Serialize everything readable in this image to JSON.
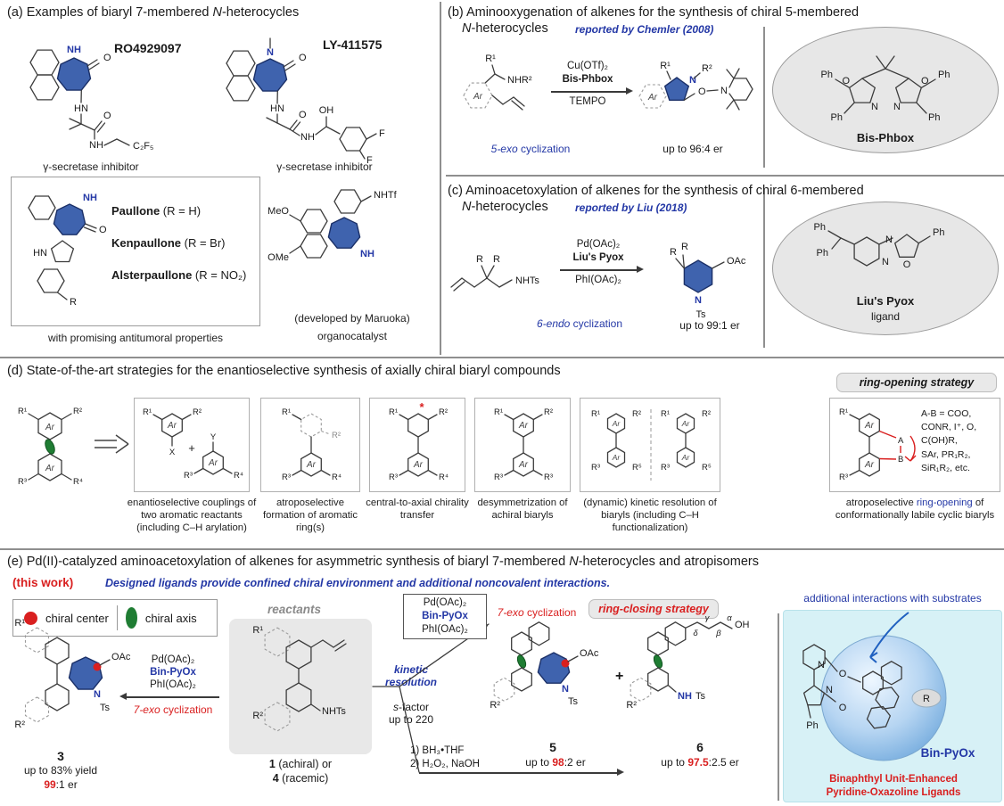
{
  "panel_a": {
    "title": {
      "pre": "(a) Examples of biaryl 7-membered ",
      "it": "N",
      "post": "-heterocycles"
    },
    "ro": {
      "name": "RO4929097",
      "caption": "γ-secretase inhibitor",
      "nh": "NH",
      "o1": "O",
      "hn": "HN",
      "o2": "O",
      "nh2": "NH",
      "c2f5": "C₂F₅"
    },
    "ly": {
      "name": "LY-411575",
      "caption": "γ-secretase inhibitor",
      "n": "N",
      "o1": "O",
      "hn": "HN",
      "o2": "O",
      "oh": "OH",
      "nh": "NH",
      "f1": "F",
      "f2": "F"
    },
    "pb": {
      "e1b": "Paullone",
      "e1r": " (R = H)",
      "e2b": "Kenpaullone",
      "e2r": " (R = Br)",
      "e3b": "Alsterpaullone",
      "e3r": " (R = NO₂)",
      "nh": "NH",
      "o": "O",
      "hn": "HN",
      "r": "R",
      "caption": "with promising antitumoral properties"
    },
    "mk": {
      "meo": "MeO",
      "ome": "OMe",
      "nhtf": "NHTf",
      "nh": "NH",
      "caption1": "(developed by Maruoka)",
      "caption2": "organocatalyst"
    }
  },
  "panel_b": {
    "t1": "(b) Aminooxygenation of alkenes for the synthesis of chiral 5-membered",
    "t2it": "N",
    "t2post": "-heterocycles",
    "credit": "reported by Chemler (2008)",
    "r1": "R¹",
    "nhr2": "NHR²",
    "ar": "Ar",
    "c1": "Cu(OTf)₂",
    "c2": "Bis-Phbox",
    "c3": "TEMPO",
    "cyc_it": "5-exo",
    "cyc_rest": " cyclization",
    "p_r1": "R¹",
    "p_n": "N",
    "p_r2": "R²",
    "p_ar": "Ar",
    "p_o": "O",
    "p_n2": "N",
    "result": "up to 96:4 er",
    "lig": {
      "name": "Bis-Phbox",
      "ph": "Ph",
      "o": "O",
      "n": "N"
    }
  },
  "panel_c": {
    "t1": "(c) Aminoacetoxylation of alkenes for the synthesis of chiral 6-membered",
    "t2it": "N",
    "t2post": "-heterocycles",
    "credit": "reported by Liu (2018)",
    "r": "R",
    "nhts": "NHTs",
    "c1": "Pd(OAc)₂",
    "c2": "Liu's Pyox",
    "c3": "PhI(OAc)₂",
    "cyc_it": "6-endo",
    "cyc_rest": " cyclization",
    "p_r1": "R",
    "p_r2": "R",
    "p_oac": "OAc",
    "p_n": "N",
    "p_ts": "Ts",
    "result": "up to 99:1 er",
    "lig": {
      "name": "Liu's Pyox",
      "sub": "ligand",
      "ph": "Ph",
      "o": "O",
      "n": "N"
    }
  },
  "panel_d": {
    "title": "(d) State-of-the-art strategies for the enantioselective synthesis of axially chiral biaryl compounds",
    "tag": "ring-opening strategy",
    "ar": "Ar",
    "r1": "R¹",
    "r2": "R²",
    "r3": "R³",
    "r4": "R⁴",
    "r5": "R⁵",
    "x": "X",
    "y": "Y",
    "plus": "+",
    "star": "*",
    "a": "A",
    "b": "B",
    "ab_note1": "A-B = COO,",
    "ab_note2": "CONR, I⁺, O,",
    "ab_note3": "C(OH)R,",
    "ab_note4": "SAr, PR₁R₂,",
    "ab_note5": "SiR₁R₂, etc.",
    "cap1": "enantioselective couplings of two aromatic reactants (including C–H arylation)",
    "cap2": "atroposelective formation of aromatic ring(s)",
    "cap3": "central-to-axial chirality transfer",
    "cap4": "desymmetrization of achiral biaryls",
    "cap5": "(dynamic) kinetic resolution of biaryls (including C–H functionalization)",
    "cap6pre": "atroposelective ",
    "cap6blue": "ring-opening",
    "cap6post": " of conformationally labile cyclic biaryls"
  },
  "panel_e": {
    "title": {
      "pre": "(e) Pd(II)-catalyzed aminoacetoxylation of alkenes for asymmetric synthesis of biaryl 7-membered ",
      "it": "N",
      "post": "-heterocycles and atropisomers"
    },
    "this_work": "(this work)",
    "tagline": "Designed ligands provide confined chiral environment and additional noncovalent interactions.",
    "legend_center": "chiral center",
    "legend_axis": "chiral axis",
    "reactants": "reactants",
    "sub": {
      "r1": "R¹",
      "r2": "R²",
      "nhts": "NHTs",
      "id1": "1",
      "id1r": " (achiral) or",
      "id2": "4",
      "id2r": " (racemic)"
    },
    "la": {
      "c1": "Pd(OAc)₂",
      "c2": "Bin-PyOx",
      "c3": "PhI(OAc)₂",
      "cyc_it": "7-exo",
      "cyc_rest": " cyclization"
    },
    "p3": {
      "r1": "R¹",
      "r2": "R²",
      "oac": "OAc",
      "n": "N",
      "ts": "Ts",
      "id": "3",
      "yield": "up to 83% yield",
      "er_em": "99",
      "er_suf": ":1 er"
    },
    "kin1": "kinetic",
    "kin2": "resolution",
    "sf1a": "s",
    "sf1b": "-factor",
    "sf2": "up to 220",
    "ta": {
      "c1": "Pd(OAc)₂",
      "c2": "Bin-PyOx",
      "c3": "PhI(OAc)₂",
      "cyc_it": "7-exo",
      "cyc_rest": " cyclization",
      "strategy": "ring-closing strategy"
    },
    "p5": {
      "oac": "OAc",
      "n": "N",
      "ts": "Ts",
      "r2": "R²",
      "id": "5",
      "er_pre": "up to ",
      "er_em": "98",
      "er_suf": ":2 er"
    },
    "plus": "+",
    "p6": {
      "r2": "R²",
      "nh": "NH",
      "ts": "Ts",
      "oh": "OH",
      "ga": "α",
      "gb": "β",
      "gg": "γ",
      "gd": "δ",
      "id": "6",
      "er_pre": "up to ",
      "er_em": "97.5",
      "er_suf": ":2.5 er"
    },
    "ba1": "1) BH₃•THF",
    "ba2": "2) H₂O₂, NaOH",
    "note": "additional interactions with substrates",
    "bp": {
      "name": "Bin-PyOx",
      "d1": "Binaphthyl Unit-Enhanced",
      "d2": "Pyridine-Oxazoline Ligands",
      "o1": "O",
      "o2": "O",
      "n1": "N",
      "n2": "N",
      "ph": "Ph",
      "r": "R"
    }
  }
}
